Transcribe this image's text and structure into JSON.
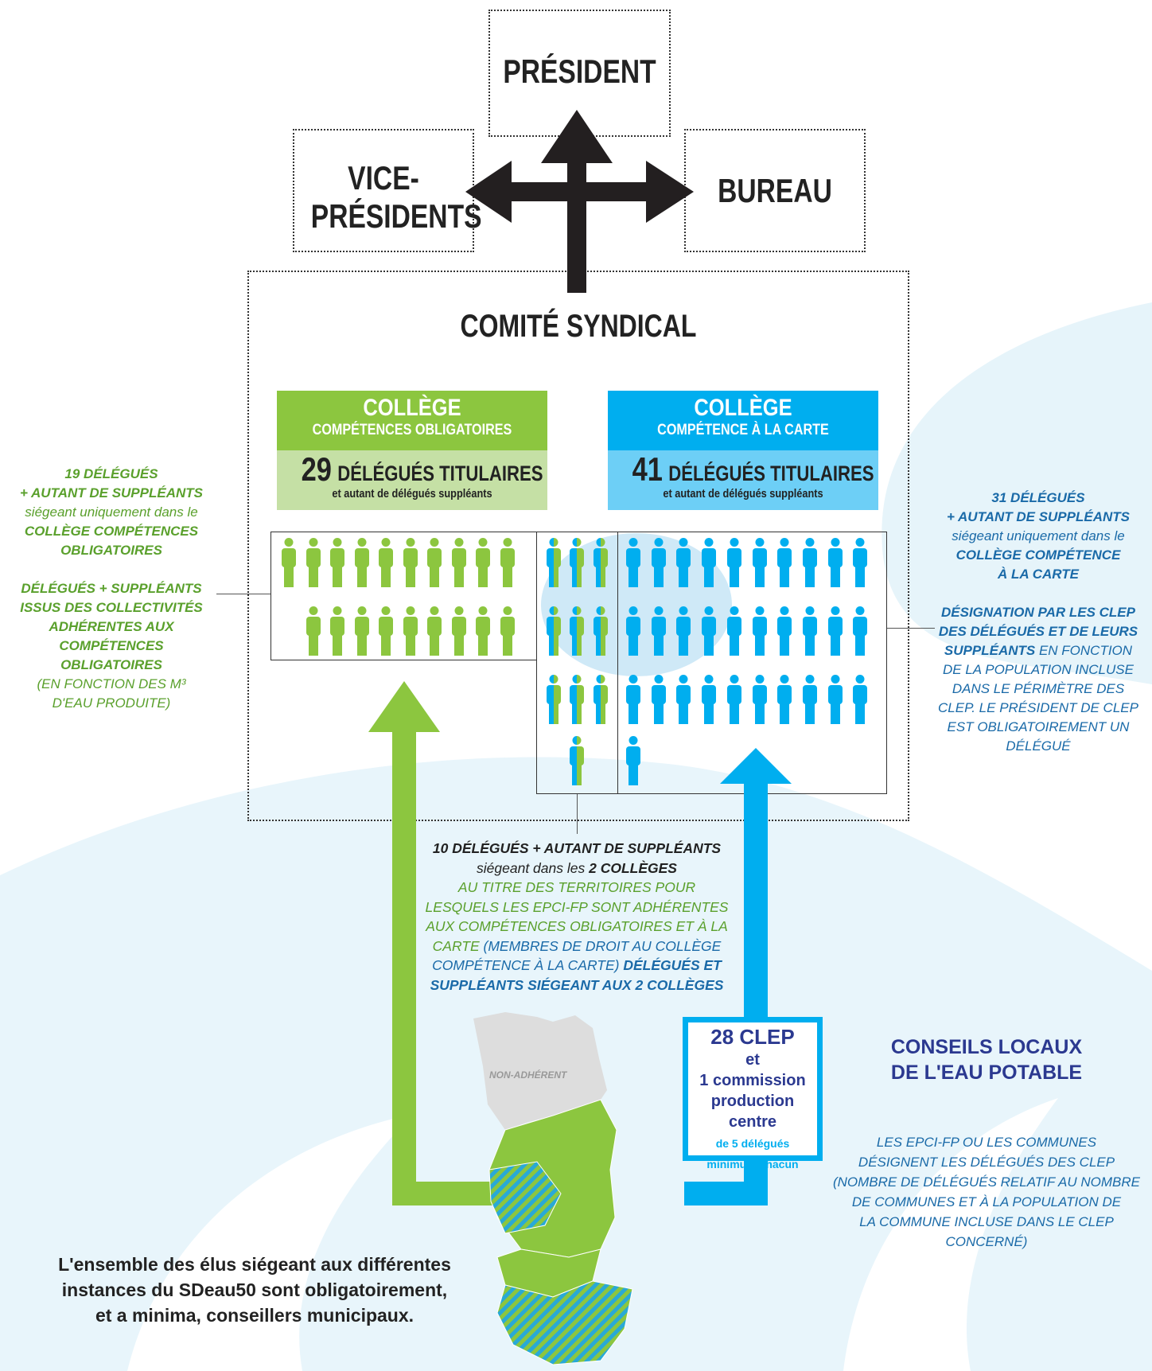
{
  "colors": {
    "green": "#8cc63f",
    "blue": "#00aeef",
    "light_green": "#c5e0a5",
    "light_blue": "#6dcff6",
    "navy": "#2b3990"
  },
  "roles": {
    "president": "PRÉSIDENT",
    "vice_line1": "VICE-",
    "vice_line2": "PRÉSIDENTS",
    "bureau": "BUREAU"
  },
  "comite": {
    "title": "COMITÉ SYNDICAL"
  },
  "college_obl": {
    "title": "COLLÈGE",
    "subtitle": "COMPÉTENCES OBLIGATOIRES",
    "count": "29",
    "count_label": "DÉLÉGUÉS TITULAIRES",
    "note": "et autant de délégués suppléants"
  },
  "college_carte": {
    "title": "COLLÈGE",
    "subtitle": "COMPÉTENCE À LA CARTE",
    "count": "41",
    "count_label": "DÉLÉGUÉS TITULAIRES",
    "note": "et autant de délégués suppléants"
  },
  "left_note": {
    "l1": "19 DÉLÉGUÉS",
    "l2": "+ AUTANT DE SUPPLÉANTS",
    "l3": "siégeant uniquement dans le",
    "l4": "COLLÈGE COMPÉTENCES",
    "l5": "OBLIGATOIRES",
    "l6": "DÉLÉGUÉS + SUPPLÉANTS",
    "l7": "ISSUS DES COLLECTIVITÉS",
    "l8": "ADHÉRENTES AUX",
    "l9": "COMPÉTENCES",
    "l10": "OBLIGATOIRES",
    "l11": "(EN FONCTION DES M³",
    "l12": "D'EAU PRODUITE)"
  },
  "right_note": {
    "l1": "31 DÉLÉGUÉS",
    "l2": "+ AUTANT DE SUPPLÉANTS",
    "l3": "siégeant uniquement dans le",
    "l4": "COLLÈGE COMPÉTENCE",
    "l5": "À LA CARTE",
    "l6": "DÉSIGNATION PAR LES CLEP",
    "l7": "DES DÉLÉGUÉS ET DE LEURS",
    "l8": "SUPPLÉANTS",
    "l8b": " EN FONCTION",
    "l9": "DE LA POPULATION INCLUSE",
    "l10": "DANS LE PÉRIMÈTRE DES",
    "l11": "CLEP. LE PRÉSIDENT DE CLEP",
    "l12": "EST OBLIGATOIREMENT UN",
    "l13": "DÉLÉGUÉ"
  },
  "center_note": {
    "l1": "10 DÉLÉGUÉS + AUTANT DE SUPPLÉANTS",
    "l2a": "siégeant dans les ",
    "l2b": "2 COLLÈGES",
    "l3": "AU TITRE DES TERRITOIRES POUR",
    "l4": "LESQUELS LES EPCI-FP SONT ADHÉRENTES",
    "l5": "AUX COMPÉTENCES OBLIGATOIRES ET À LA",
    "l6a": "CARTE ",
    "l6b": "(MEMBRES DE DROIT AU COLLÈGE",
    "l7a": "COMPÉTENCE À LA CARTE) ",
    "l7b": "DÉLÉGUÉS ET",
    "l8": "SUPPLÉANTS SIÉGEANT AUX 2 COLLÈGES"
  },
  "clep_box": {
    "l1": "28 CLEP",
    "l2": "et",
    "l3": "1 commission",
    "l4": "production",
    "l5": "centre",
    "l6": "de 5 délégués",
    "l7": "minimum chacun"
  },
  "conseils": {
    "l1": "CONSEILS LOCAUX",
    "l2": "DE L'EAU POTABLE"
  },
  "conseils_note": {
    "l1": "LES EPCI-FP OU LES COMMUNES",
    "l2": "DÉSIGNENT LES DÉLÉGUÉS DES CLEP",
    "l3": "(NOMBRE DE DÉLÉGUÉS RELATIF AU NOMBRE",
    "l4": "DE COMMUNES ET À LA POPULATION DE",
    "l5": "LA COMMUNE INCLUSE DANS LE CLEP",
    "l6": "CONCERNÉ)"
  },
  "map": {
    "non_adherent": "NON-ADHÉRENT"
  },
  "footer": {
    "l1": "L'ensemble des élus siégeant aux différentes",
    "l2": "instances du SDeau50 sont obligatoirement,",
    "l3": "et a minima, conseillers municipaux."
  }
}
